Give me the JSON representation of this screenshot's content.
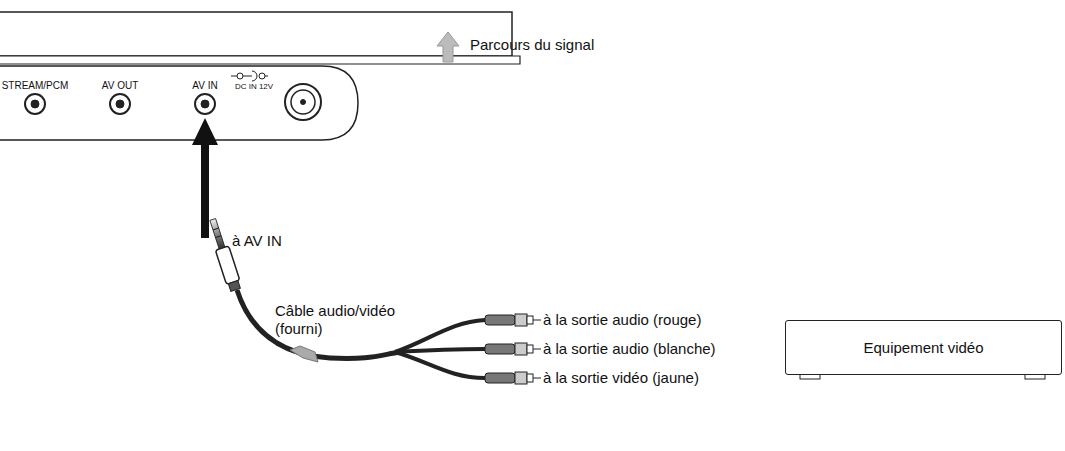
{
  "diagram": {
    "nodes": [
      {
        "text": [
          "Equipement vidéo"
        ]
      }
    ],
    "labels": [
      "Parcours du signal",
      "STREAM/PCM",
      "AV OUT",
      "AV IN",
      "DC IN 12V",
      "à AV IN",
      "Câble audio/vidéo (fourni)",
      "à la sortie audio (rouge)",
      "à la sortie audio (blanche)",
      "à la sortie vidéo (jaune)"
    ]
  }
}
